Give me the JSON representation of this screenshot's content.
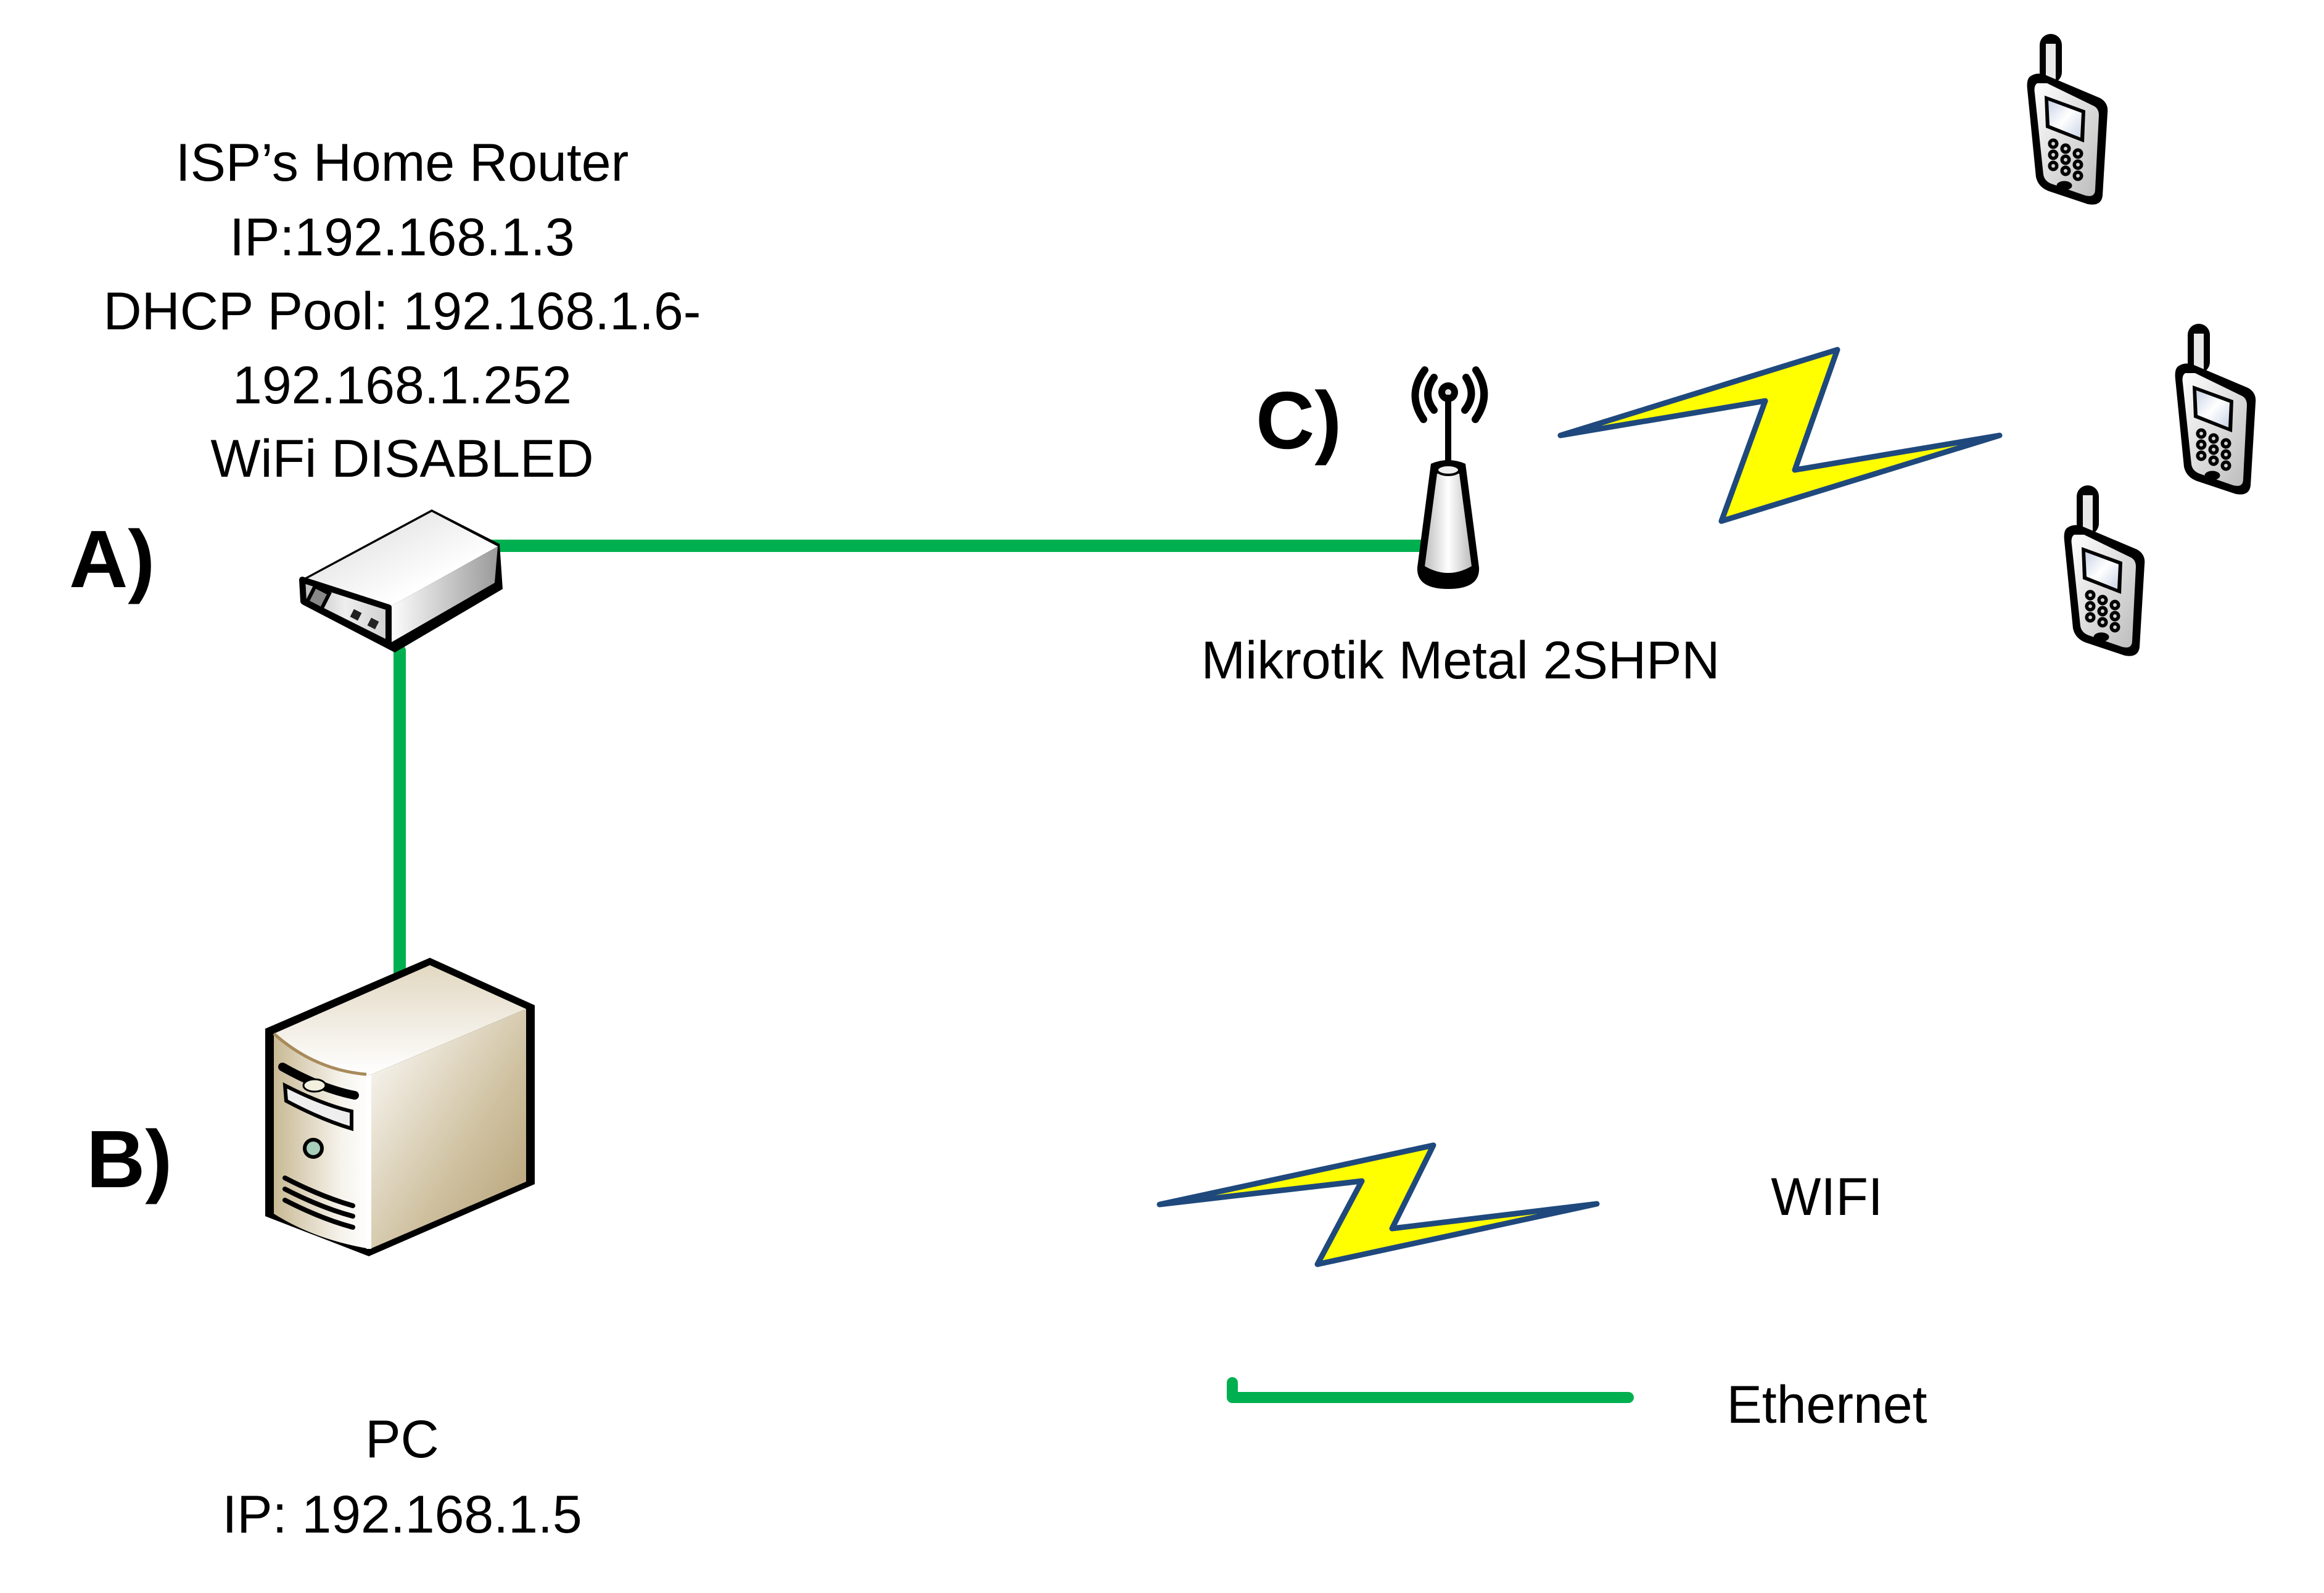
{
  "diagram": {
    "colors": {
      "ethernet": "#00b050",
      "wifi_fill": "#ffff00",
      "wifi_outline": "#1f497d",
      "warning_text": "#c00000",
      "text": "#000000"
    },
    "nodes": {
      "router": {
        "tag": "A)",
        "icon": "router-icon",
        "lines": [
          "ISP’s Home Router",
          "IP:192.168.1.3",
          "DHCP Pool: 192.168.1.6-",
          "192.168.1.252"
        ],
        "status": "WiFi DISABLED"
      },
      "pc": {
        "tag": "B)",
        "icon": "pc-tower-icon",
        "lines": [
          "PC",
          "IP: 192.168.1.5"
        ]
      },
      "access_point": {
        "tag": "C)",
        "icon": "wireless-antenna-icon",
        "label": "Mikrotik Metal 2SHPN"
      },
      "clients": [
        {
          "icon": "mobile-phone-icon"
        },
        {
          "icon": "mobile-phone-icon"
        },
        {
          "icon": "mobile-phone-icon"
        }
      ]
    },
    "links": [
      {
        "from": "router",
        "to": "access_point",
        "type": "Ethernet"
      },
      {
        "from": "router",
        "to": "pc",
        "type": "Ethernet"
      },
      {
        "from": "access_point",
        "to": "clients",
        "type": "WIFI"
      }
    ],
    "legend": [
      {
        "symbol": "lightning-bolt-icon",
        "label": "WIFI"
      },
      {
        "symbol": "green-line",
        "label": "Ethernet"
      }
    ]
  }
}
